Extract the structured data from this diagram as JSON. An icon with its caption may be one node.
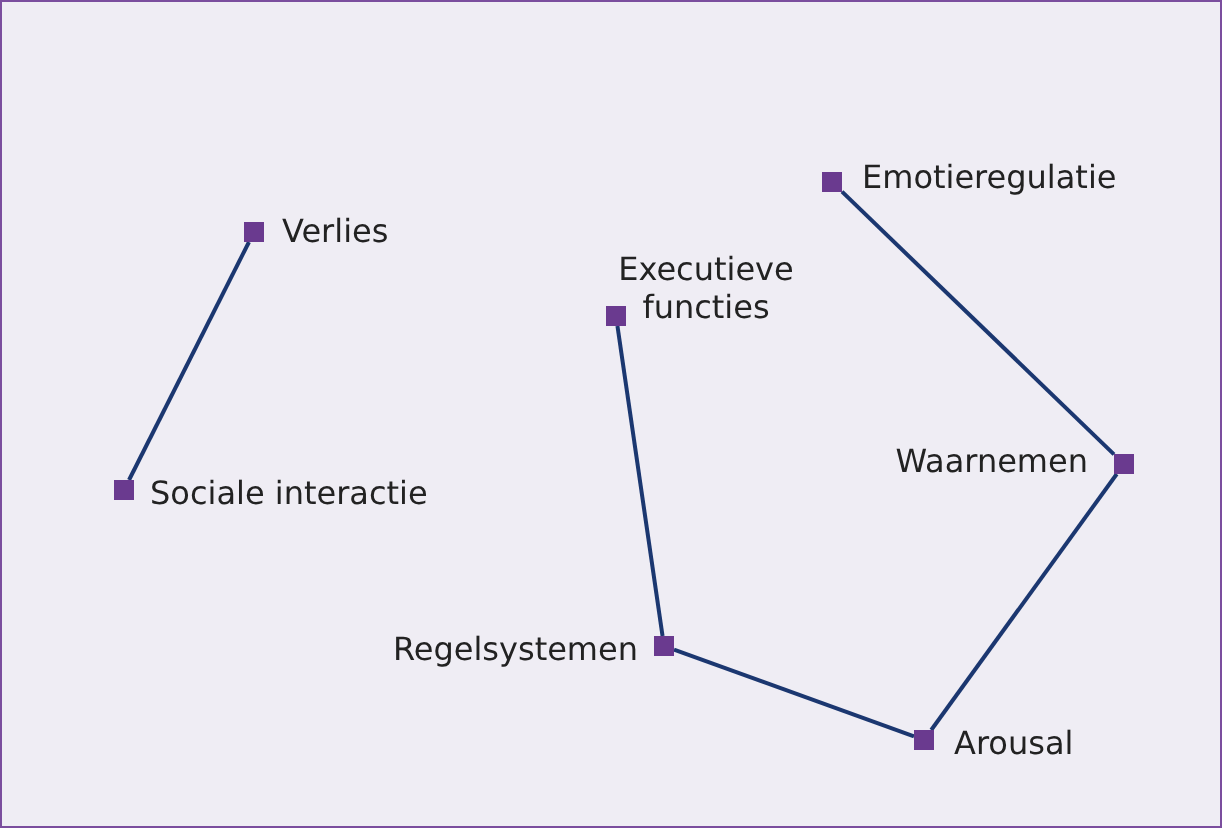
{
  "diagram": {
    "nodes": [
      {
        "text": [],
        "shape": "box",
        "beside": [
          "Verlies"
        ]
      },
      {
        "text": [],
        "shape": "box",
        "beside": [
          "Sociale interactie"
        ]
      },
      {
        "text": [],
        "shape": "box",
        "beside": [
          "Executieve functies"
        ]
      },
      {
        "text": [],
        "shape": "box",
        "beside": [
          "Regelsystemen"
        ]
      },
      {
        "text": [],
        "shape": "box",
        "beside": [
          "Arousal"
        ]
      },
      {
        "text": [],
        "shape": "box",
        "beside": [
          "Waarnemen"
        ]
      },
      {
        "text": [],
        "shape": "box",
        "beside": [
          "Emotieregulatie"
        ]
      }
    ],
    "edges": [
      {
        "from": 0,
        "to": 1,
        "arrow": "none"
      },
      {
        "from": 2,
        "to": 3,
        "arrow": "none"
      },
      {
        "from": 3,
        "to": 4,
        "arrow": "none"
      },
      {
        "from": 4,
        "to": 5,
        "arrow": "none"
      },
      {
        "from": 5,
        "to": 6,
        "arrow": "none"
      }
    ]
  }
}
